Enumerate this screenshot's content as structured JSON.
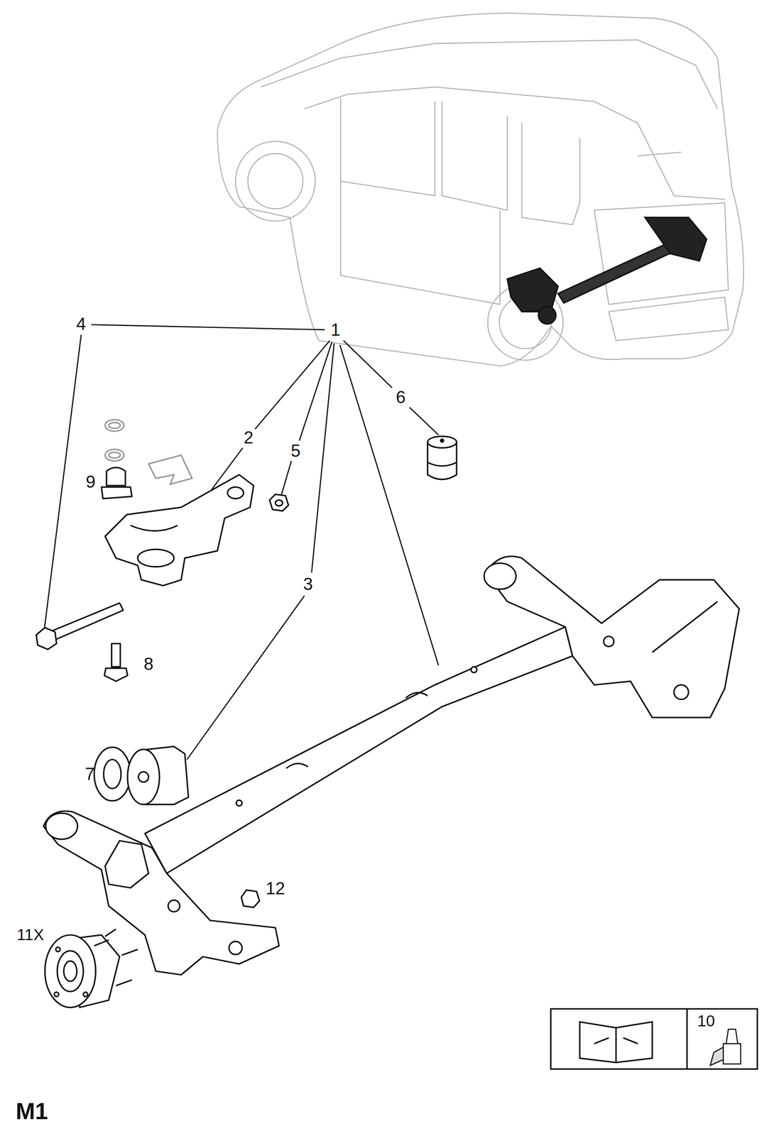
{
  "diagram": {
    "nodes": [
      {
        "text": [
          "10"
        ]
      }
    ],
    "labels": [
      "4",
      "1",
      "6",
      "2",
      "5",
      "9",
      "3",
      "8",
      "7",
      "12",
      "11X",
      "M1"
    ]
  }
}
